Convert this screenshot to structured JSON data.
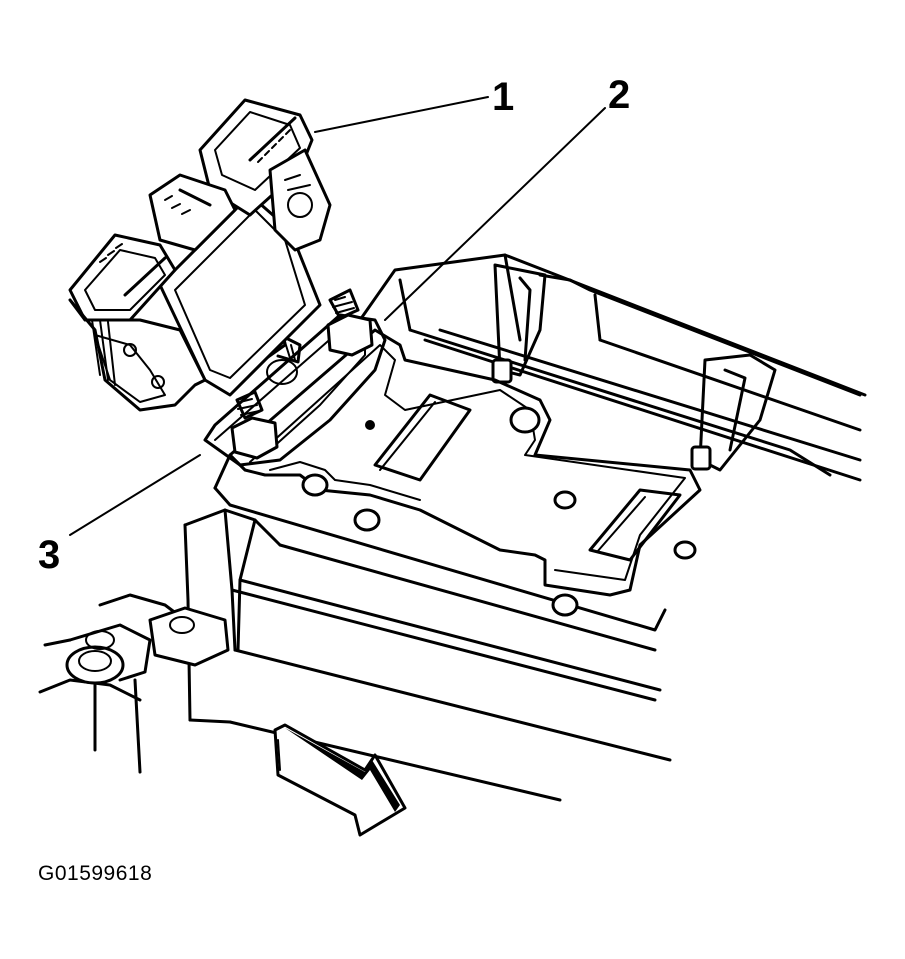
{
  "callouts": [
    {
      "id": "1",
      "label": "1"
    },
    {
      "id": "2",
      "label": "2"
    },
    {
      "id": "3",
      "label": "3"
    }
  ],
  "figure_id": "G01599618",
  "colors": {
    "ink": "#000000",
    "paper": "#ffffff"
  }
}
